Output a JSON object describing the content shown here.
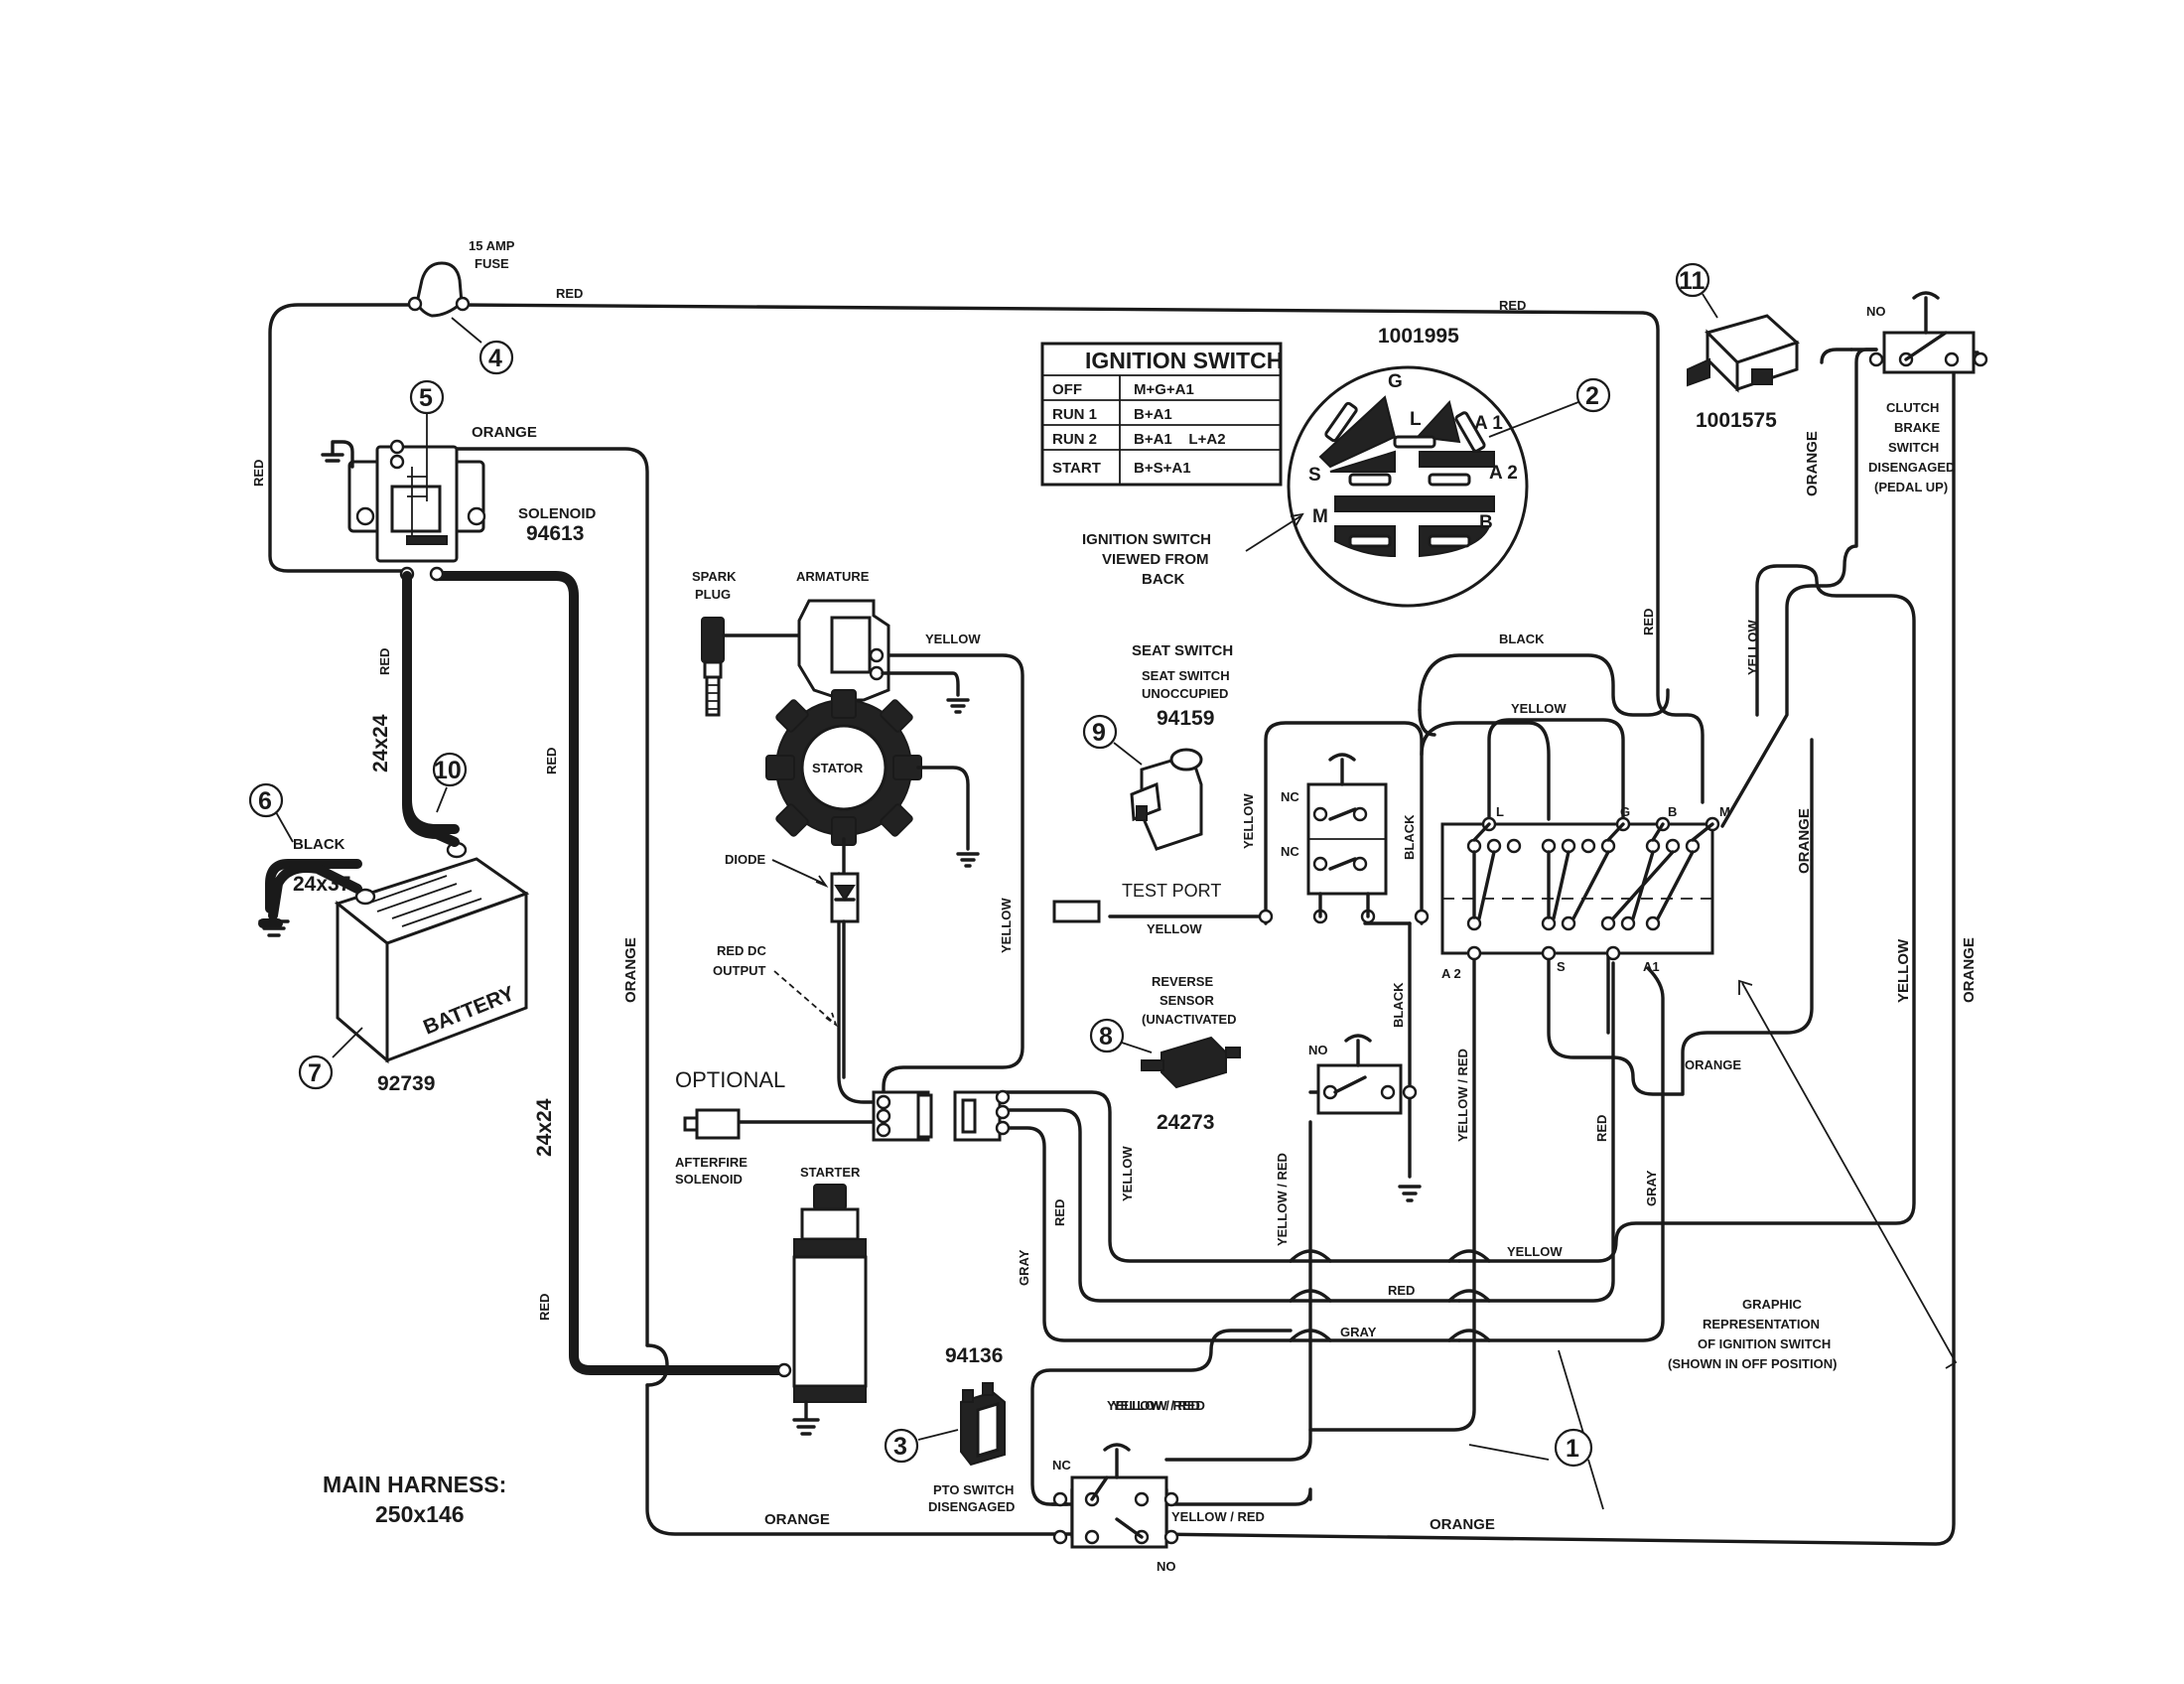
{
  "fuse": {
    "label_line1": "15 AMP",
    "label_line2": "FUSE",
    "callout": "4"
  },
  "solenoid": {
    "label": "SOLENOID",
    "part_number": "94613",
    "callout": "5"
  },
  "battery": {
    "label": "BATTERY",
    "part_number": "92739",
    "callout": "7"
  },
  "battery_ground_cable": {
    "callout": "6",
    "color": "BLACK",
    "size": "24x37"
  },
  "battery_positive_cable": {
    "callout": "10",
    "size": "24x24",
    "color": "RED"
  },
  "starter_cable": {
    "size": "24x24",
    "color": "RED"
  },
  "ignition_switch_table": {
    "title": "IGNITION SWITCH",
    "rows": [
      {
        "position": "OFF",
        "circuit": "M+G+A1"
      },
      {
        "position": "RUN 1",
        "circuit": "B+A1"
      },
      {
        "position": "RUN 2",
        "circuit": "B+A1    L+A2"
      },
      {
        "position": "START",
        "circuit": "B+S+A1"
      }
    ]
  },
  "ignition_switch": {
    "part_number": "1001995",
    "callout": "2",
    "view_label": [
      "IGNITION SWITCH",
      "VIEWED FROM",
      "BACK"
    ],
    "terminals": [
      "G",
      "L",
      "A 1",
      "A 2",
      "S",
      "M",
      "B"
    ]
  },
  "part_11": {
    "callout": "11",
    "part_number": "1001575"
  },
  "clutch_switch": {
    "state_label": "NO",
    "label": [
      "CLUTCH",
      "BRAKE",
      "SWITCH",
      "DISENGAGED",
      "(PEDAL UP)"
    ]
  },
  "engine": {
    "spark_plug": [
      "SPARK",
      "PLUG"
    ],
    "armature": "ARMATURE",
    "stator": "STATOR",
    "diode": "DIODE",
    "dc_output": [
      "RED DC",
      "OUTPUT"
    ]
  },
  "seat_switch": {
    "title": "SEAT SWITCH",
    "subtitle": [
      "SEAT SWITCH",
      "UNOCCUPIED"
    ],
    "part_number": "94159",
    "callout": "9",
    "nc_labels": [
      "NC",
      "NC"
    ]
  },
  "test_port": {
    "label": "TEST PORT"
  },
  "reverse_sensor": {
    "label": [
      "REVERSE",
      "SENSOR",
      "(UNACTIVATED"
    ],
    "part_number": "24273",
    "callout": "8",
    "switch_label": "NO"
  },
  "optional": {
    "label": "OPTIONAL",
    "afterfire": [
      "AFTERFIRE",
      "SOLENOID"
    ]
  },
  "starter": {
    "label": "STARTER"
  },
  "pto_switch": {
    "part_number": "94136",
    "callout": "3",
    "label": [
      "PTO SWITCH",
      "DISENGAGED"
    ],
    "nc": "NC",
    "no": "NO"
  },
  "ignition_graphic": {
    "terminals_top": [
      "L",
      "G",
      "B",
      "M"
    ],
    "terminals_bottom": [
      "A 2",
      "S",
      "A1"
    ],
    "caption": [
      "GRAPHIC",
      "REPRESENTATION",
      "OF IGNITION SWITCH",
      "(SHOWN IN OFF POSITION)"
    ]
  },
  "harness": {
    "callout": "1",
    "title": "MAIN HARNESS:",
    "size": "250x146"
  },
  "wire_labels": {
    "red": "RED",
    "orange": "ORANGE",
    "yellow": "YELLOW",
    "black": "BLACK",
    "gray": "GRAY",
    "yellow_red": "YELLOW / RED"
  }
}
